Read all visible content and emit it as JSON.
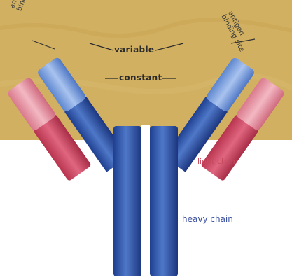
{
  "labels": {
    "antigen_binding_left_line1": "antigen",
    "antigen_binding_left_line2": "binding site",
    "antigen_binding_right_line1": "antigen",
    "antigen_binding_right_line2": "binding site",
    "variable": "variable",
    "constant": "constant",
    "light_chain": "light chain",
    "heavy_chain": "heavy chain"
  },
  "colors": {
    "background_panel": "#d1b061",
    "heavy_chain": "#2f4fa3",
    "heavy_chain_light": "#6f93d1",
    "light_chain": "#c9435c",
    "light_chain_light": "#e8a0ad",
    "light_chain_label": "#c64a5e",
    "heavy_chain_label": "#3a4f9e"
  }
}
